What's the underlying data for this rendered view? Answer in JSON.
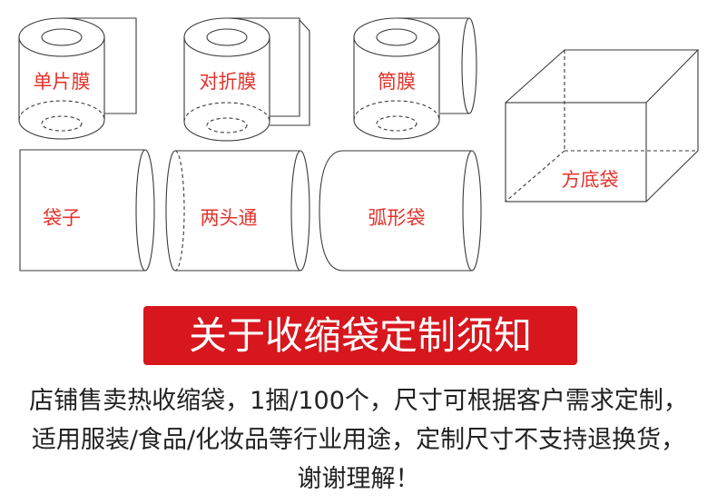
{
  "labels": {
    "single_film": "单片膜",
    "folded_film": "对折膜",
    "tube_film": "筒膜",
    "square_bottom_bag": "方底袋",
    "bag": "袋子",
    "open_both_ends": "两头通",
    "curved_bag": "弧形袋"
  },
  "banner": {
    "title": "关于收缩袋定制须知"
  },
  "notice": {
    "line1": "店铺售卖热收缩袋，1捆/100个，尺寸可根据客户需求定制，",
    "line2": "适用服装/食品/化妆品等行业用途，定制尺寸不支持退换货，",
    "line3": "谢谢理解！"
  },
  "colors": {
    "label": "#e4332b",
    "banner": "#d7161d",
    "text": "#222222",
    "stroke": "#3a3a3a"
  }
}
